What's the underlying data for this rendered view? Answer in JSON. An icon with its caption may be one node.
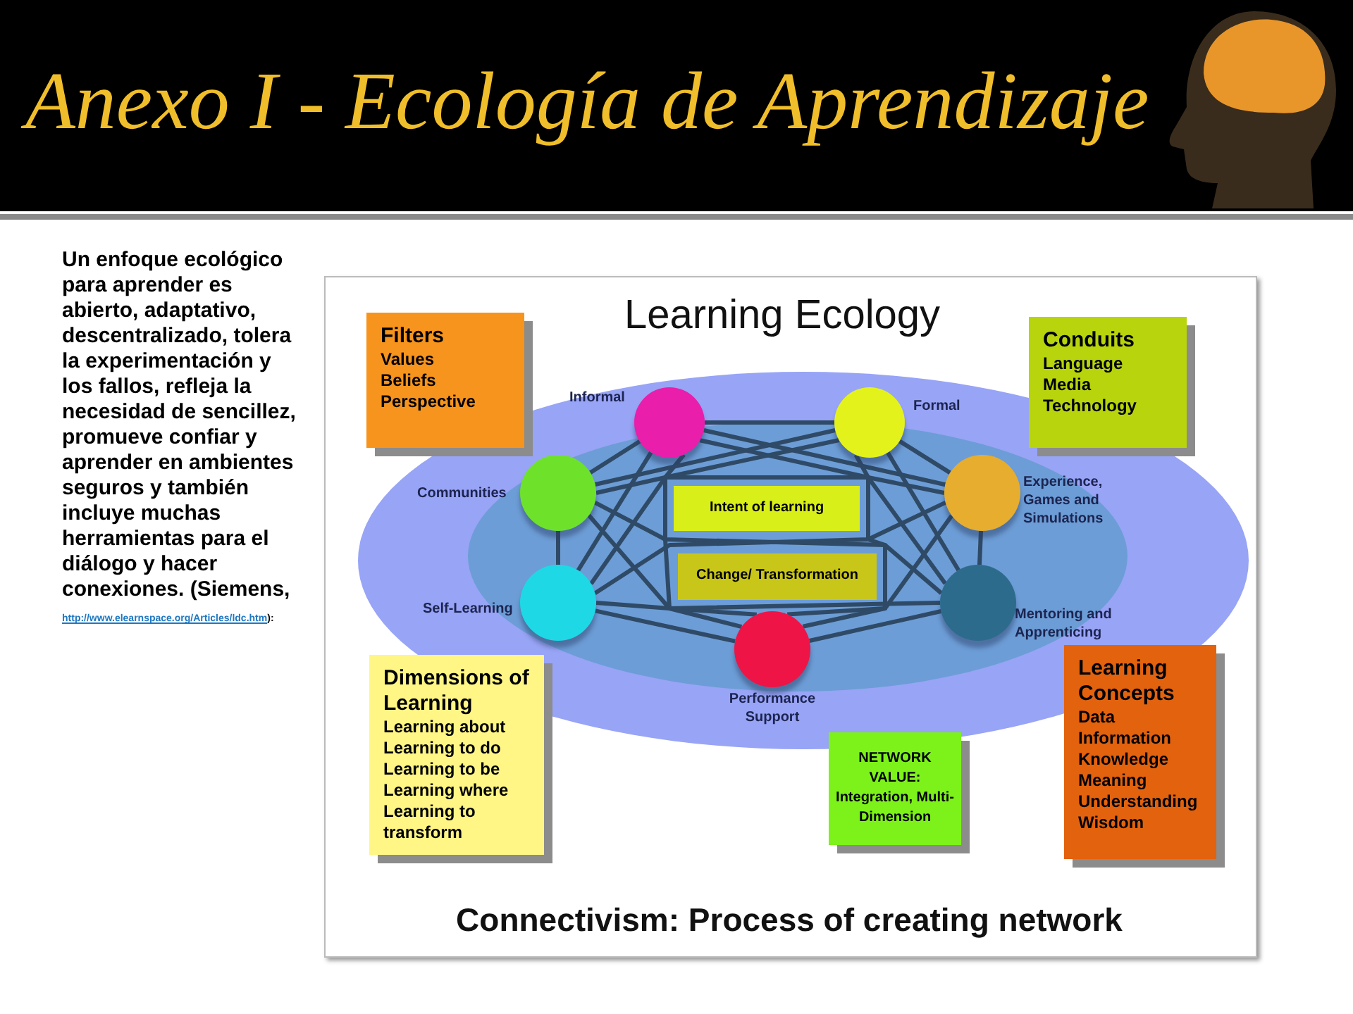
{
  "diagram": {
    "title": "Anexo I - Ecología de Aprendizaje",
    "caption": "Connectivism: Process of creating network",
    "nodes": [
      {
        "text": [
          "Filters",
          "Values",
          "Beliefs",
          "Perspective"
        ]
      },
      {
        "text": [
          "Conduits",
          "Language",
          "Media",
          "Technology"
        ]
      },
      {
        "text": [],
        "shape": "circle",
        "beside": [
          "Informal"
        ]
      },
      {
        "text": [],
        "shape": "circle",
        "beside": [
          "Formal"
        ]
      },
      {
        "text": [],
        "shape": "circle",
        "beside": [
          "Communities"
        ]
      },
      {
        "text": [],
        "shape": "circle",
        "beside": [
          "Experience, Games and Simulations"
        ]
      },
      {
        "text": [
          "Intent of learning"
        ]
      },
      {
        "text": [
          "Change/ Transformation"
        ]
      },
      {
        "text": [],
        "shape": "circle",
        "beside": [
          "Self-Learning"
        ]
      },
      {
        "text": [],
        "shape": "circle",
        "beside": [
          "Mentoring and Apprenticing"
        ]
      },
      {
        "text": [],
        "shape": "circle",
        "beside": [
          "Performance Support"
        ]
      },
      {
        "text": [
          "Dimensions of Learning",
          "Learning about",
          "Learning to do",
          "Learning to be",
          "Learning where",
          "Learning to transform"
        ]
      },
      {
        "text": [
          "NETWORK VALUE: Integration, Multi-Dimension"
        ]
      },
      {
        "text": [
          "Learning Concepts",
          "Data",
          "Information",
          "Knowledge",
          "Meaning",
          "Understanding",
          "Wisdom"
        ]
      }
    ],
    "edges": [
      {
        "from": 2,
        "to": 3,
        "arrow": "none"
      },
      {
        "from": 2,
        "to": 4,
        "arrow": "none"
      },
      {
        "from": 2,
        "to": 5,
        "arrow": "none"
      },
      {
        "from": 2,
        "to": 8,
        "arrow": "none"
      },
      {
        "from": 2,
        "to": 9,
        "arrow": "none"
      },
      {
        "from": 2,
        "to": 10,
        "arrow": "none"
      },
      {
        "from": 3,
        "to": 4,
        "arrow": "none"
      },
      {
        "from": 3,
        "to": 5,
        "arrow": "none"
      },
      {
        "from": 3,
        "to": 8,
        "arrow": "none"
      },
      {
        "from": 3,
        "to": 9,
        "arrow": "none"
      },
      {
        "from": 3,
        "to": 10,
        "arrow": "none"
      },
      {
        "from": 4,
        "to": 5,
        "arrow": "none"
      },
      {
        "from": 4,
        "to": 8,
        "arrow": "none"
      },
      {
        "from": 4,
        "to": 9,
        "arrow": "none"
      },
      {
        "from": 4,
        "to": 10,
        "arrow": "none"
      },
      {
        "from": 5,
        "to": 8,
        "arrow": "none"
      },
      {
        "from": 5,
        "to": 9,
        "arrow": "none"
      },
      {
        "from": 5,
        "to": 10,
        "arrow": "none"
      },
      {
        "from": 8,
        "to": 9,
        "arrow": "none"
      },
      {
        "from": 8,
        "to": 10,
        "arrow": "none"
      },
      {
        "from": 9,
        "to": 10,
        "arrow": "none"
      }
    ],
    "labels": [
      "Learning Ecology",
      "Un enfoque ecológico para aprender es abierto, adaptativo, descentralizado, tolera la experimentación y los fallos, refleja la necesidad de sencillez, promueve confiar y aprender en ambientes seguros y también incluye muchas herramientas para el diálogo y hacer conexiones. (Siemens,",
      "http://www.elearnspace.org/Articles/ldc.htm",
      "):"
    ]
  }
}
